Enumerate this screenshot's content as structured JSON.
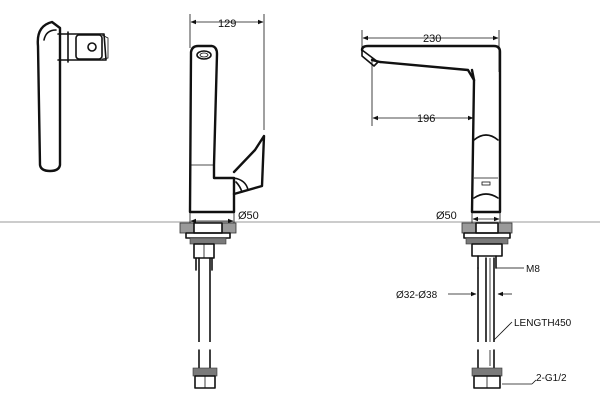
{
  "labels": {
    "side_width": "129",
    "front_width": "230",
    "front_reach": "196",
    "side_diameter": "Ø50",
    "front_diameter": "Ø50",
    "thread": "M8",
    "hole_range": "Ø32-Ø38",
    "hose_length": "LENGTH450",
    "connection": "2-G1/2"
  },
  "colors": {
    "line": "#111111",
    "counter": "#9a9a9a",
    "fitting": "#7a7a7a"
  }
}
